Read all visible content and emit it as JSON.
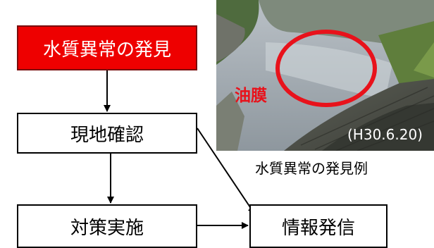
{
  "colors": {
    "discovery_fill": "#ee0000",
    "discovery_text": "#ffffff",
    "highlight_circle": "#e8121b",
    "oil_label": "#e8121b"
  },
  "flow": {
    "discovery": "水質異常の発見",
    "site_check": "現地確認",
    "countermeasure": "対策実施",
    "info_release": "情報発信"
  },
  "photo": {
    "oil_label": "油膜",
    "date": "(H30.6.20)",
    "caption": "水質異常の発見例"
  }
}
